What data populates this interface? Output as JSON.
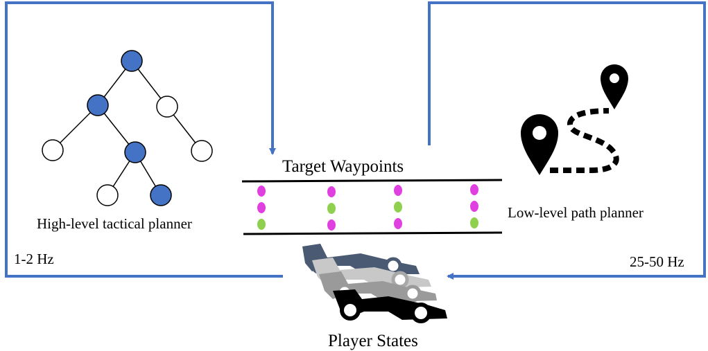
{
  "diagram": {
    "title": "Target Waypoints",
    "high_level_label": "High-level tactical planner",
    "low_level_label": "Low-level path planner",
    "high_freq": "1-2 Hz",
    "low_freq": "25-50 Hz",
    "player_states_label": "Player States"
  },
  "colors": {
    "arrow": "#4472c4",
    "node_filled": "#4472c4",
    "node_empty": "#ffffff",
    "waypoint_magenta": "#e040e0",
    "waypoint_green": "#8fd14f",
    "car_dark": "#4a5a72",
    "car_mid": "#9a9a9a",
    "car_light": "#c8c8c8",
    "car_black": "#000000"
  },
  "tree": {
    "nodes": [
      {
        "id": "root",
        "state": "filled"
      },
      {
        "id": "l1-left",
        "state": "filled"
      },
      {
        "id": "l1-right",
        "state": "empty"
      },
      {
        "id": "l2-a",
        "state": "empty"
      },
      {
        "id": "l2-b",
        "state": "filled"
      },
      {
        "id": "l2-c",
        "state": "empty"
      },
      {
        "id": "l3-a",
        "state": "empty"
      },
      {
        "id": "l3-b",
        "state": "filled"
      }
    ]
  },
  "waypoints": {
    "columns": [
      [
        "magenta",
        "magenta",
        "green"
      ],
      [
        "magenta",
        "green",
        "magenta"
      ],
      [
        "magenta",
        "green",
        "magenta"
      ],
      [
        "magenta",
        "magenta",
        "green"
      ]
    ]
  }
}
